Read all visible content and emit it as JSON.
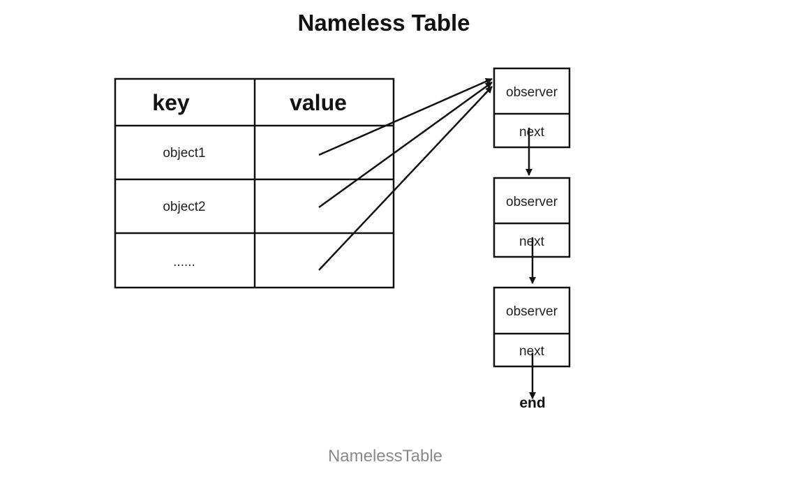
{
  "title": "Nameless Table",
  "caption": "NamelessTable",
  "table": {
    "headers": {
      "key": "key",
      "value": "value"
    },
    "rows": [
      {
        "key": "object1"
      },
      {
        "key": "object2"
      },
      {
        "key": "......"
      }
    ]
  },
  "list_nodes": [
    {
      "observer": "observer",
      "next": "next"
    },
    {
      "observer": "observer",
      "next": "next"
    },
    {
      "observer": "observer",
      "next": "next"
    }
  ],
  "end_label": "end"
}
